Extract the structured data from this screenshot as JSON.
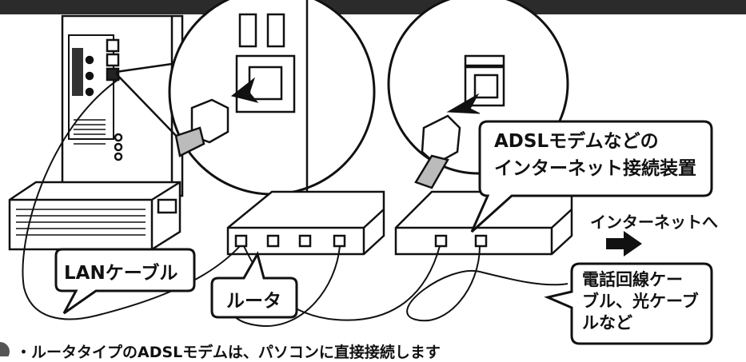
{
  "header": {
    "bar_color": "#2b2b2b"
  },
  "callouts": {
    "lan_cable": "LANケーブル",
    "router": "ルータ",
    "modem_line1": "ADSLモデムなどの",
    "modem_line2": "インターネット接続装置",
    "phone_line1": "電話回線ケー",
    "phone_line2": "ブル、光ケーブ",
    "phone_line3": "ルなど"
  },
  "internet_label": "インターネットへ",
  "bottom_note": "・ルータタイプのADSLモデムは、パソコンに直接接続します",
  "icons": {
    "arrow": "right-arrow-icon",
    "plug": "lan-plug-icon"
  }
}
